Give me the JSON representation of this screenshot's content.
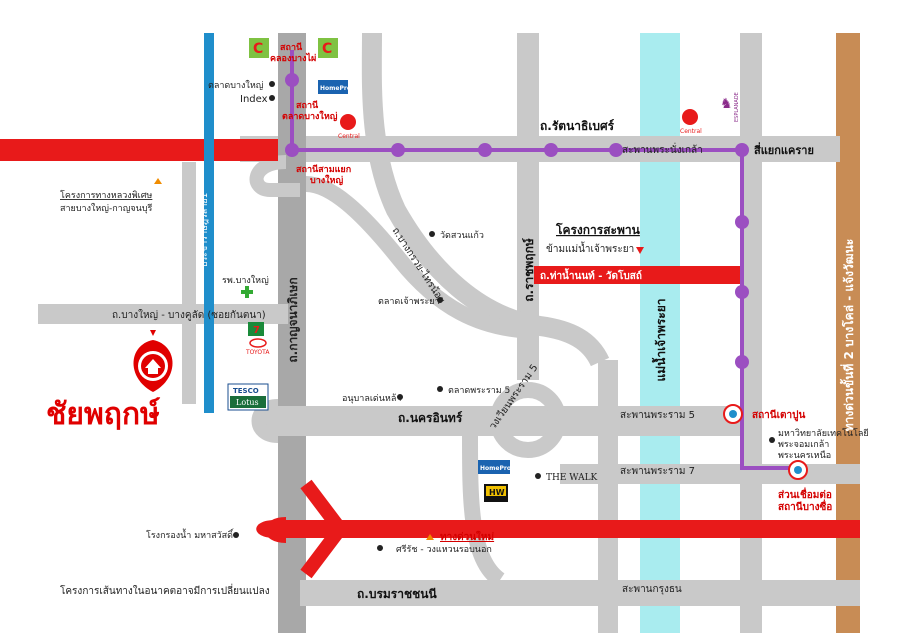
{
  "colors": {
    "road_gray": "#c9c9c9",
    "road_dark": "#a8a8a8",
    "river": "#a9ecef",
    "highlight_red": "#e81a1a",
    "purple_line": "#9b4fc1",
    "blue_line": "#1f8ecb",
    "orange_expressway": "#c88c55",
    "brand_red": "#e00000"
  },
  "brand": {
    "name": "ชัยพฤกษ์"
  },
  "roads": {
    "rattanathibet": "ถ.รัตนาธิเบศร์",
    "kanchanaphisek": "ถ.กาญจนาภิเษก",
    "bang_kruai_sai_noi": "ถ.บางกรวย-ไทรน้อย",
    "ratchaphruek": "ถ.ราชพฤกษ์",
    "nakhon_in": "ถ.นครอินทร์",
    "borommaratchachonnani": "ถ.บรมราชชนนี",
    "bang_yai_bang_kulat": "ถ.บางใหญ่ - บางคูลัด (ซอยกันตนา)",
    "pracha_rat_sai_1": "ประชาราษฎร์สาย1",
    "tha_nam_nonthaburi": "ถ.ท่าน้ำนนท์ - วัดโบสถ์",
    "expressway_vertical": "ทางด่วนขั้นที่ 2 บางโคล่ - แจ้งวัฒนะ",
    "circle": "วงเวียนพระราม 5"
  },
  "bridges": {
    "phra_nang_klao": "สะพานพระนั่งเกล้า",
    "rama_5": "สะพานพระราม 5",
    "rama_7": "สะพานพระราม 7",
    "krung_thon": "สะพานกรุงธน",
    "river_name": "แม่น้ำเจ้าพระยา"
  },
  "stations": {
    "khlong_bang_phai_1": "สถานี",
    "khlong_bang_phai_2": "คลองบางไผ่",
    "talad_bang_yai_1": "สถานี",
    "talad_bang_yai_2": "ตลาดบางใหญ่",
    "sam_yaek_1": "สถานีสามแยก",
    "sam_yaek_2": "บางใหญ่",
    "tao_poon": "สถานีเตาปูน",
    "link_1": "ส่วนเชื่อมต่อ",
    "link_2": "สถานีบางซื่อ"
  },
  "landmarks": {
    "talad_bang_yai": "ตลาดบางใหญ่",
    "index": "Index",
    "wat_suan_kaeo": "วัดสวนแก้ว",
    "talad_chao_phraya": "ตลาดเจ้าพระยา",
    "hospital": "รพ.บางใหญ่",
    "amusement": "อนุบาลเด่นหล้า",
    "talad_rama_5": "ตลาดพระราม 5",
    "water_plant": "โรงกรองน้ำ มหาสวัสดิ์",
    "king_mongkut": "มหาวิทยาลัยเทคโนโลยี",
    "king_mongkut_2": "พระจอมเกล้า",
    "king_mongkut_3": "พระนครเหนือ",
    "sam_yaek_khae_rai": "สี่แยกแคราย",
    "the_walk": "THE WALK"
  },
  "projects": {
    "motorway_title": "โครงการทางหลวงพิเศษ",
    "motorway_route": "สายบางใหญ่-กาญจนบุรี",
    "bridge_title": "โครงการสะพาน",
    "bridge_route": "ข้ามแม่น้ำเจ้าพระยา",
    "new_exp_title": "ทางด่วนใหม่",
    "new_exp_route": "ศรีรัช - วงแหวนรอบนอก",
    "footnote": "โครงการเส้นทางในอนาคตอาจมีการเปลี่ยนแปลง"
  },
  "brand_logos": {
    "central": "Central",
    "homepro": "HomePro",
    "tesco_1": "TESCO",
    "tesco_2": "Lotus",
    "toyota": "TOYOTA",
    "seven": "7",
    "hw": "HW",
    "esplanade": "ESPLANADE",
    "big_c": "C"
  }
}
